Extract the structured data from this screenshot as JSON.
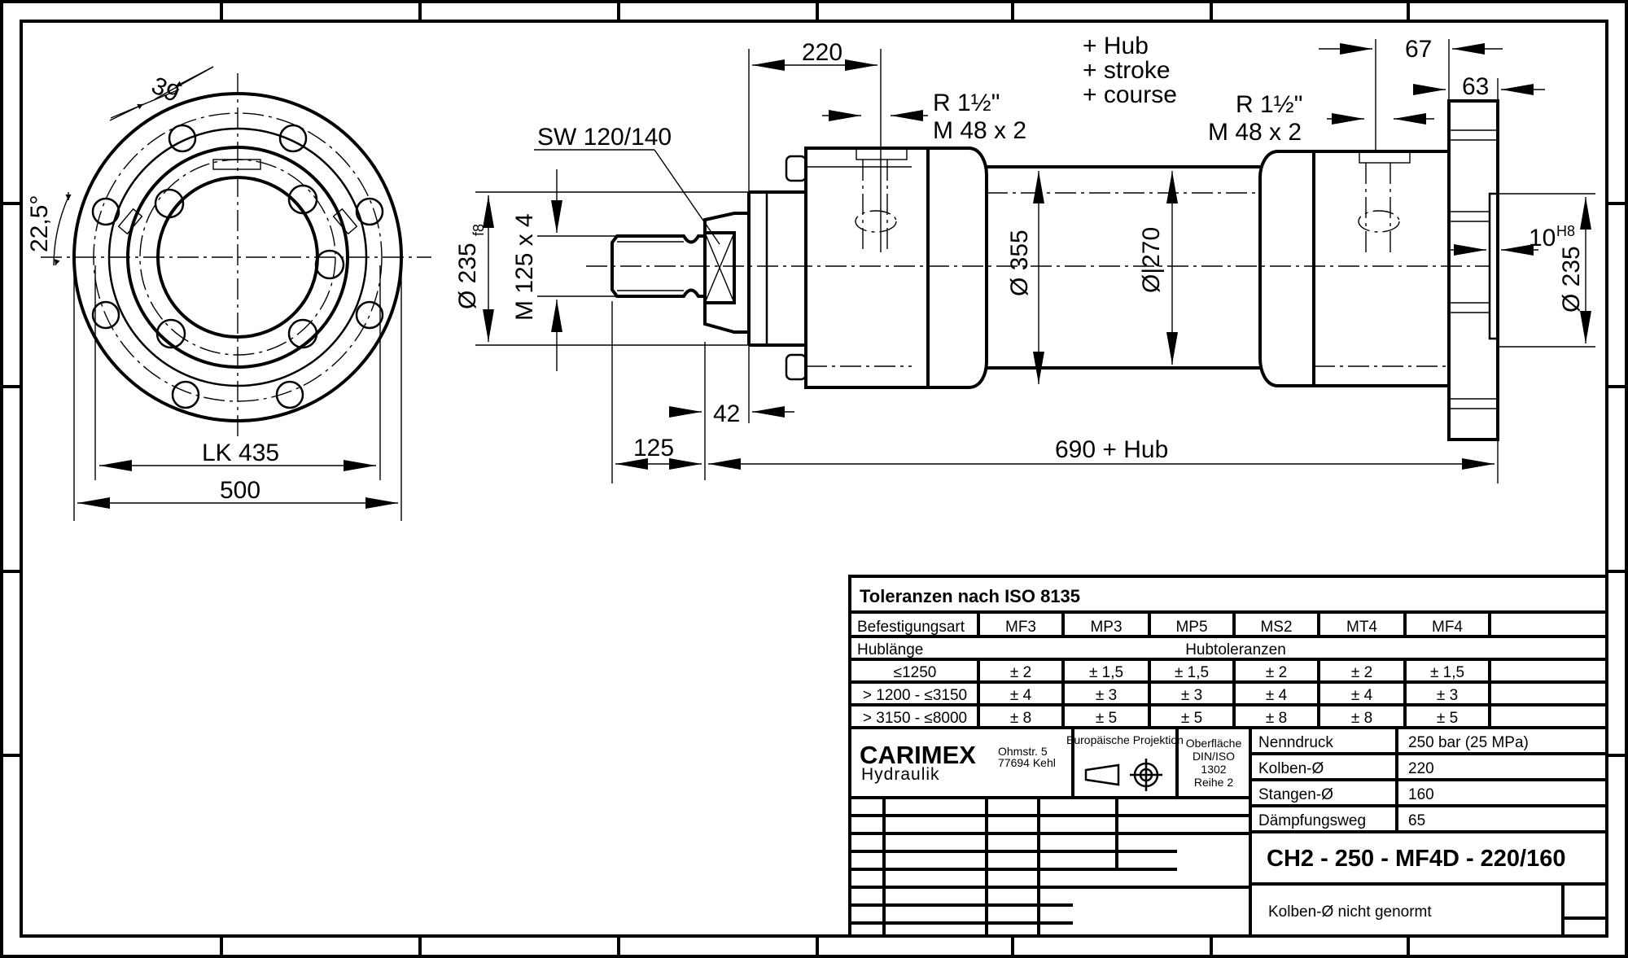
{
  "drawing": {
    "title": "CH2 - 250 - MF4D - 220/160",
    "note": "Kolben-Ø nicht genormt",
    "projection": "Europäische Projektion",
    "surface": [
      "Oberfläche",
      "DIN/ISO",
      "1302",
      "Reihe 2"
    ],
    "company": {
      "name": "CARIMEX",
      "sub": "Hydraulik",
      "street": "Ohmstr. 5",
      "city": "77694 Kehl"
    }
  },
  "tolerances": {
    "heading": "Toleranzen nach ISO 8135",
    "mount_label": "Befestigungsart",
    "mounts": [
      "MF3",
      "MP3",
      "MP5",
      "MS2",
      "MT4",
      "MF4"
    ],
    "stroke_label": "Hublänge",
    "span_label": "Hubtoleranzen",
    "rows": [
      {
        "range": "≤1250",
        "vals": [
          "± 2",
          "± 1,5",
          "± 1,5",
          "± 2",
          "± 2",
          "± 1,5"
        ]
      },
      {
        "range": "> 1200 - ≤3150",
        "vals": [
          "± 4",
          "± 3",
          "± 3",
          "± 4",
          "± 4",
          "± 3"
        ]
      },
      {
        "range": "> 3150 - ≤8000",
        "vals": [
          "± 8",
          "± 5",
          "± 5",
          "± 8",
          "± 8",
          "± 5"
        ]
      }
    ]
  },
  "specs": [
    {
      "label": "Nenndruck",
      "value": "250 bar (25 MPa)"
    },
    {
      "label": "Kolben-Ø",
      "value": "220"
    },
    {
      "label": "Stangen-Ø",
      "value": "160"
    },
    {
      "label": "Dämpfungsweg",
      "value": "65"
    }
  ],
  "dims": {
    "bolt_hole": "39",
    "angle": "22,5°",
    "lk": "LK 435",
    "flange_dia": "500",
    "head_len": "220",
    "port_left": [
      "R 1½\"",
      "M 48 x 2"
    ],
    "port_right": [
      "R 1½\"",
      "M 48 x 2"
    ],
    "stroke_note": [
      "+ Hub",
      "+ stroke",
      "+ course"
    ],
    "d67": "67",
    "d63": "63",
    "sw": "SW 120/140",
    "dia235_left": "Ø 235",
    "fit_f8": "f8",
    "thread": "M 125 x 4",
    "dia355": "Ø 355",
    "dia270": "Ø|270",
    "d10": "10",
    "fit_h8": "H8",
    "dia235_right": "Ø 235",
    "d42": "42",
    "d125": "125",
    "total": "690 + Hub"
  }
}
